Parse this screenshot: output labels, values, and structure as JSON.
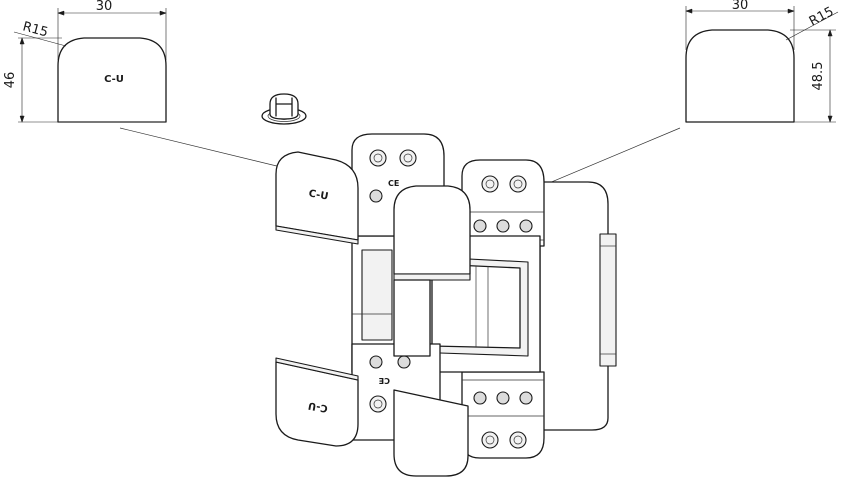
{
  "left_cap": {
    "width_label": "30",
    "radius_label": "R15",
    "height_label": "46",
    "logo": "C-U"
  },
  "right_cap": {
    "width_label": "30",
    "radius_label": "R15",
    "height_label": "48.5"
  },
  "hinge": {
    "cover_logo": "C-U",
    "ce_mark": "CE"
  }
}
